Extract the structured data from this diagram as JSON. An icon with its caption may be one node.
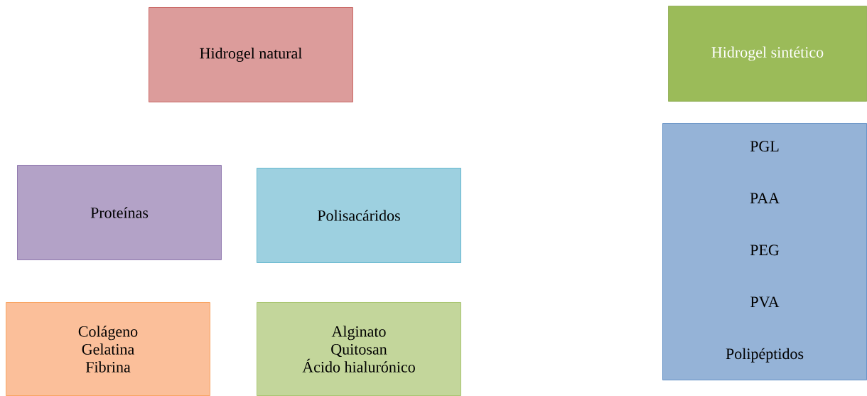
{
  "diagram": {
    "nodes": [
      {
        "text": [
          "Hidrogel natural"
        ]
      },
      {
        "text": [
          "Hidrogel sintético"
        ]
      },
      {
        "text": [
          "Proteínas"
        ]
      },
      {
        "text": [
          "Polisacáridos"
        ]
      },
      {
        "text": [
          "Colágeno",
          "Gelatina",
          "Fibrina"
        ]
      },
      {
        "text": [
          "Alginato",
          "Quitosan",
          "Ácido hialurónico"
        ]
      },
      {
        "text": [
          "PGL",
          "PAA",
          "PEG",
          "PVA",
          "Polipéptidos"
        ]
      }
    ]
  }
}
